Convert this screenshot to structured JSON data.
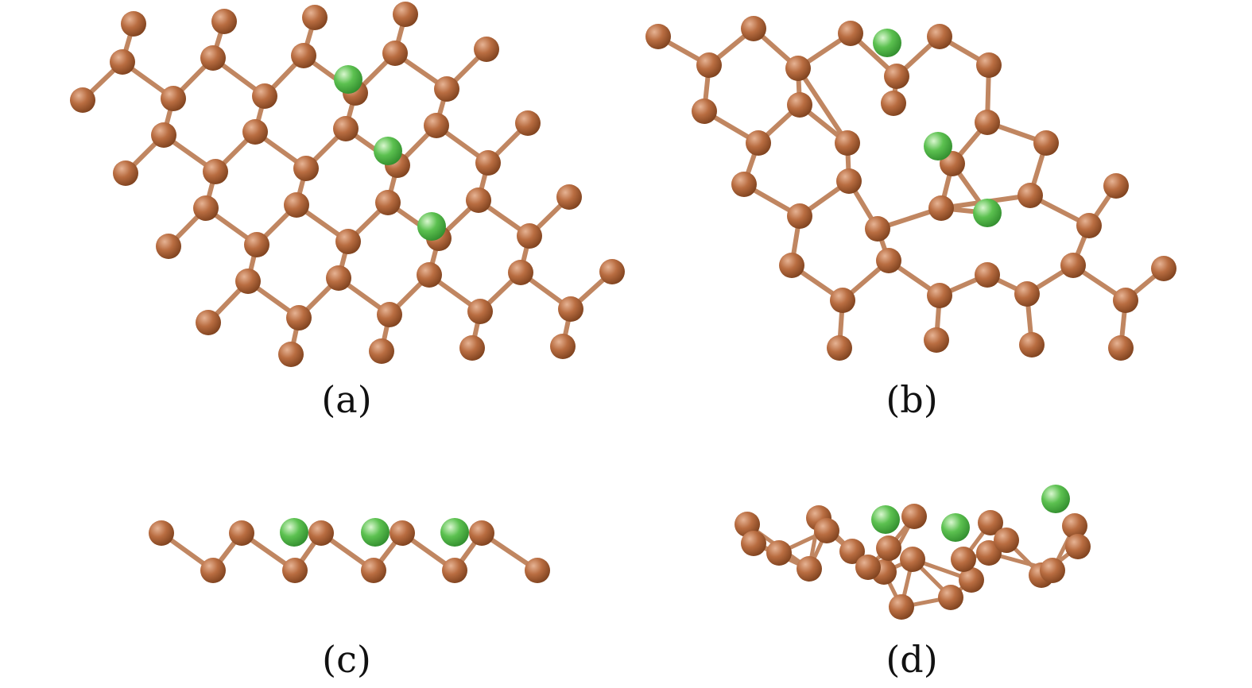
{
  "labels": {
    "a": "(a)",
    "b": "(b)",
    "c": "(c)",
    "d": "(d)"
  },
  "colors": {
    "host_atom": "#b4673a",
    "dopant_atom": "#5cc150",
    "bond": "#c08661",
    "label": "#111111",
    "background": "#ffffff"
  }
}
